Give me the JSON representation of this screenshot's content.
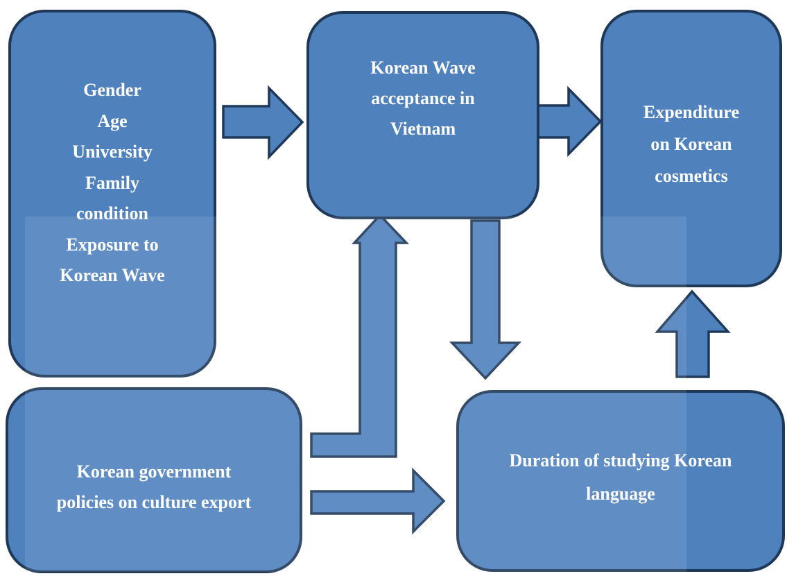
{
  "boxes": {
    "factors": {
      "lines": [
        "Gender",
        "Age",
        "University",
        "Family",
        "condition",
        "Exposure to",
        "Korean Wave"
      ]
    },
    "kwave": {
      "lines": [
        "Korean Wave",
        "acceptance in",
        "Vietnam"
      ]
    },
    "expenditure": {
      "lines": [
        "Expenditure",
        "on Korean",
        "cosmetics"
      ]
    },
    "policy": {
      "lines": [
        "Korean government",
        "policies on culture export"
      ]
    },
    "duration": {
      "lines": [
        "Duration of studying Korean",
        "language"
      ]
    }
  },
  "colors": {
    "box_fill": "#4f81bd",
    "box_border": "#1f3857",
    "text": "#ffffff"
  },
  "arrows": [
    {
      "from": "factors",
      "to": "kwave",
      "direction": "right"
    },
    {
      "from": "kwave",
      "to": "expenditure",
      "direction": "right"
    },
    {
      "from": "policy",
      "to": "kwave",
      "direction": "up-bent"
    },
    {
      "from": "kwave",
      "to": "duration",
      "direction": "down"
    },
    {
      "from": "policy",
      "to": "duration",
      "direction": "right"
    },
    {
      "from": "duration",
      "to": "expenditure",
      "direction": "up"
    }
  ]
}
